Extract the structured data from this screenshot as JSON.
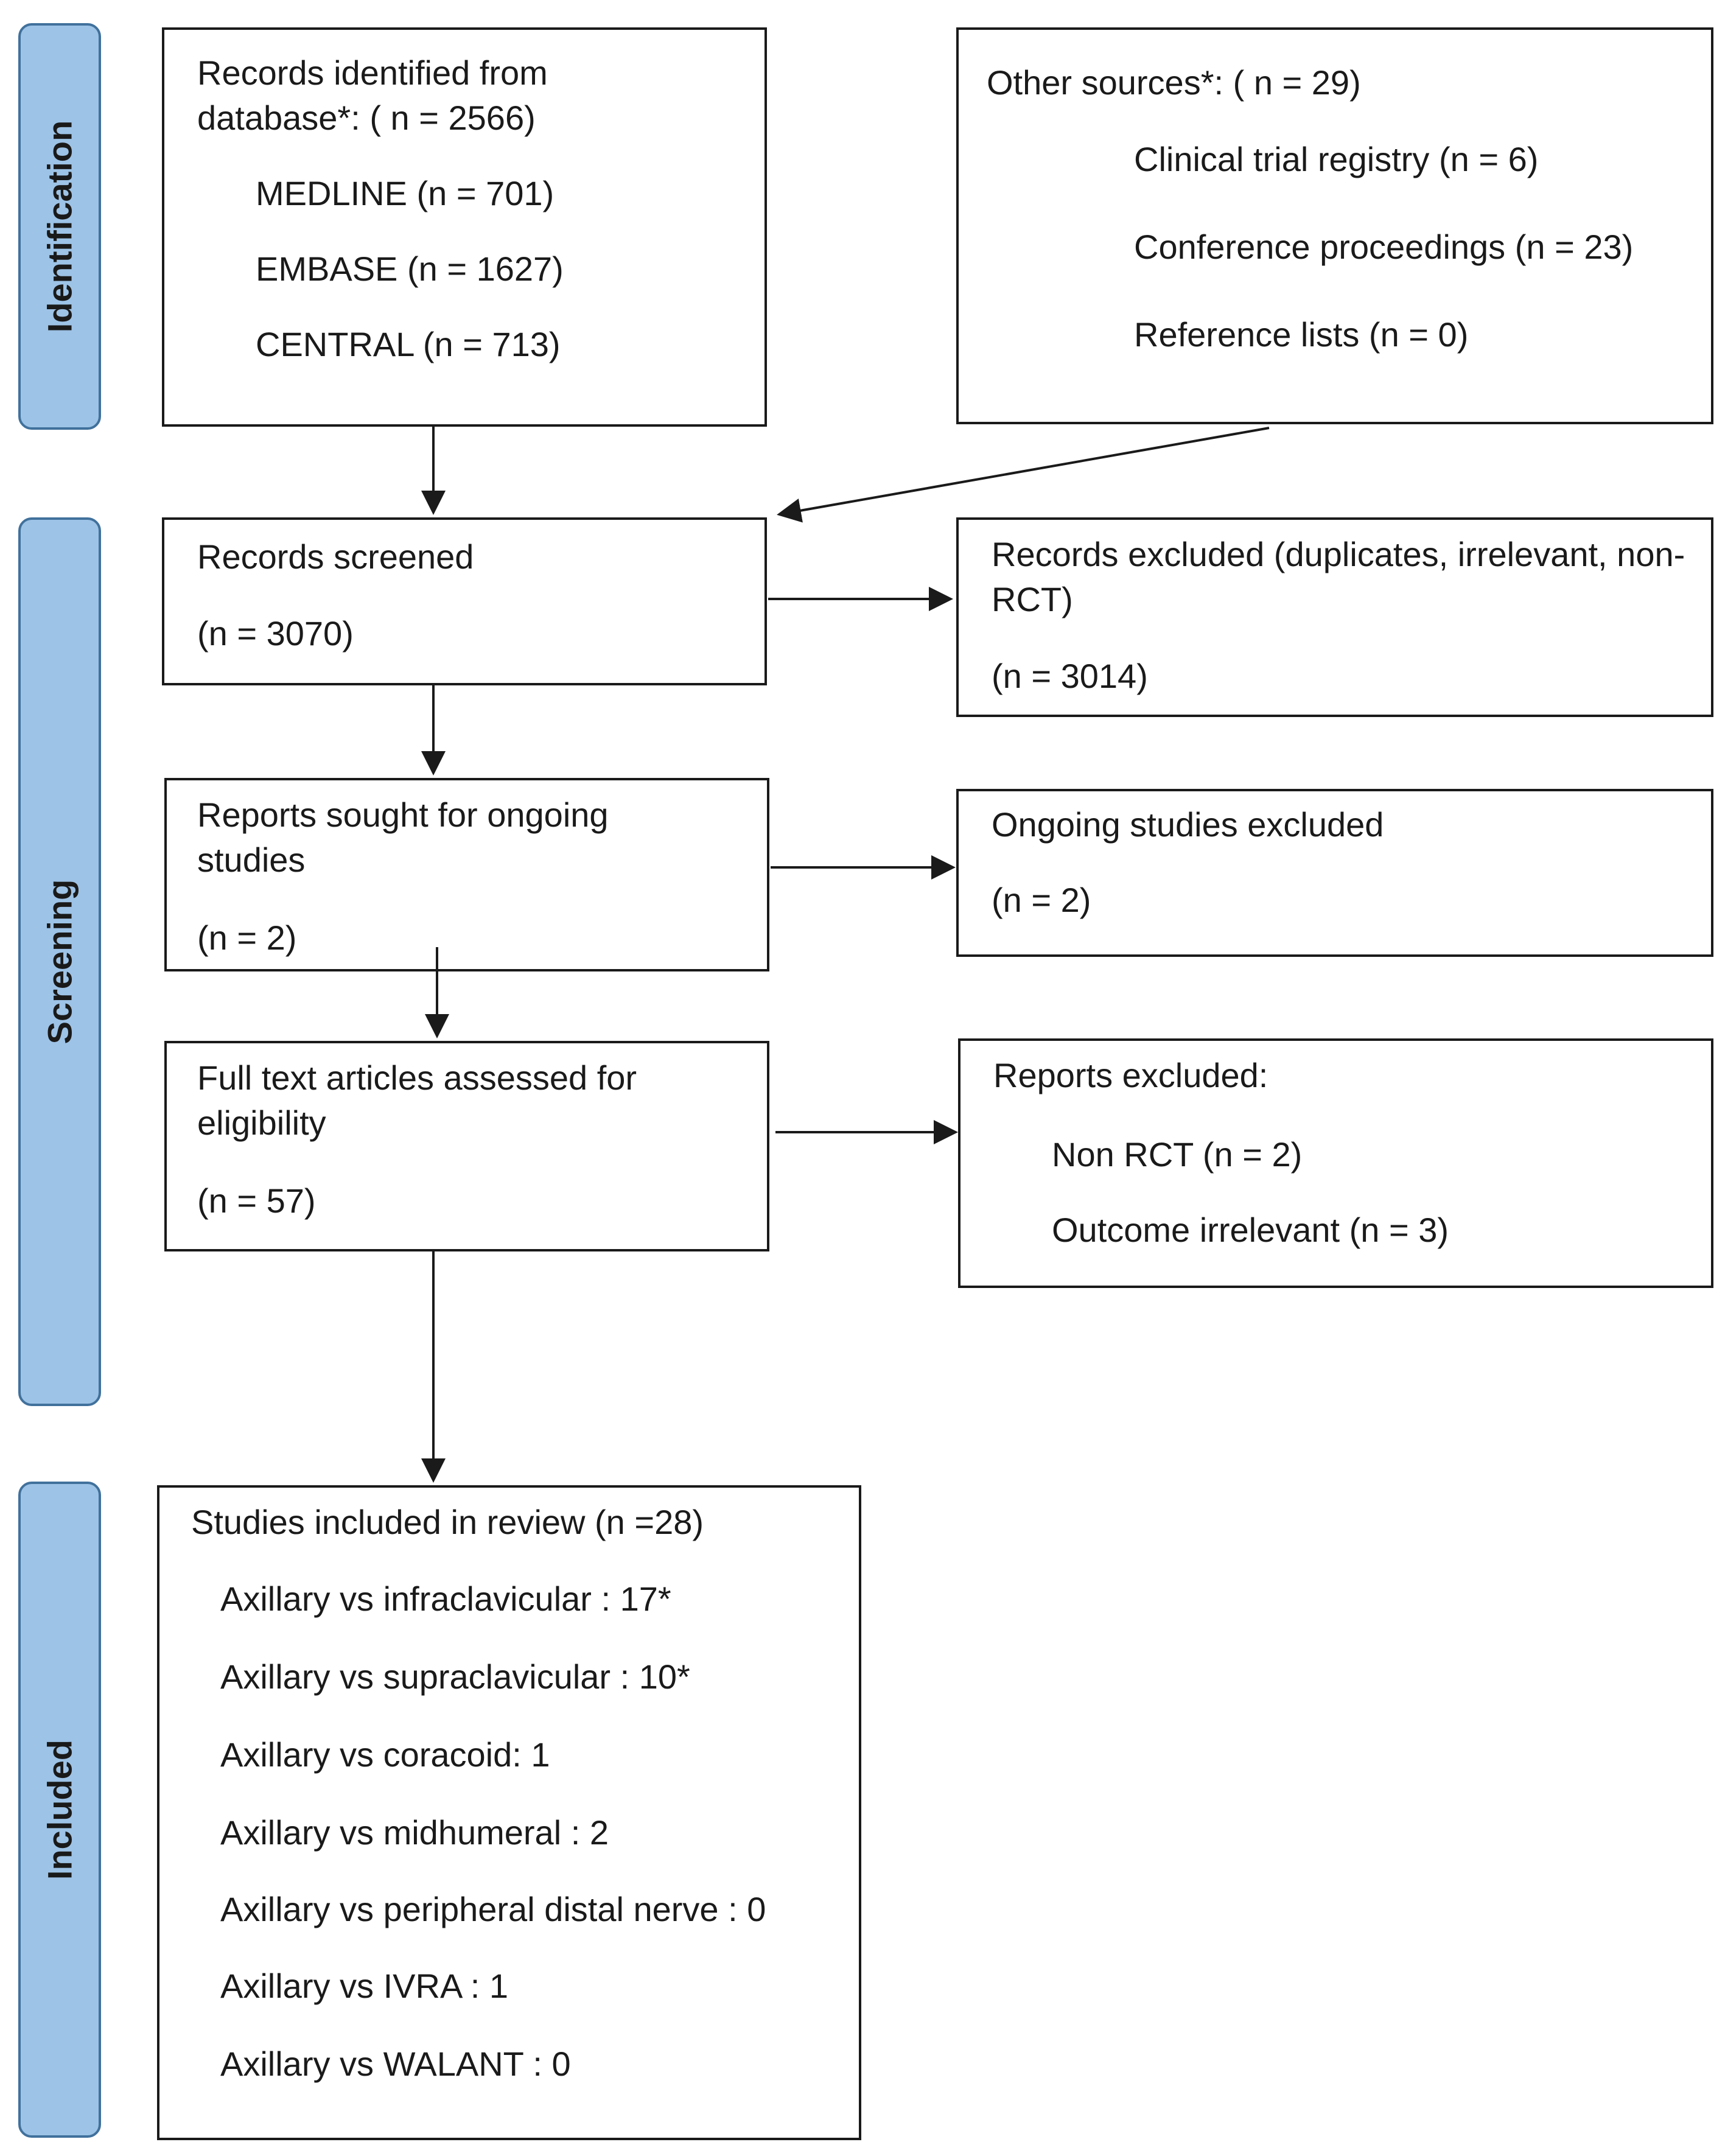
{
  "phases": {
    "identification": "Identification",
    "screening": "Screening",
    "included": "Included"
  },
  "identification": {
    "database": {
      "title": "Records identified from database*: ( n = 2566)",
      "items": [
        "MEDLINE (n = 701)",
        "EMBASE (n = 1627)",
        "CENTRAL (n = 713)"
      ]
    },
    "other": {
      "title": "Other sources*: ( n = 29)",
      "items": [
        "Clinical trial registry (n = 6)",
        "Conference proceedings (n = 23)",
        "Reference lists (n = 0)"
      ]
    }
  },
  "screening": {
    "screened": {
      "title": "Records screened",
      "count": "(n = 3070)"
    },
    "excluded_records": {
      "title": "Records excluded (duplicates, irrelevant, non-RCT)",
      "count": "(n = 3014)"
    },
    "ongoing_sought": {
      "title": "Reports sought for ongoing studies",
      "count": "(n = 2)"
    },
    "ongoing_excluded": {
      "title": "Ongoing studies excluded",
      "count": "(n = 2)"
    },
    "fulltext": {
      "title": "Full text articles assessed for eligibility",
      "count": "(n = 57)"
    },
    "reports_excluded": {
      "title": "Reports excluded:",
      "items": [
        "Non RCT (n = 2)",
        "Outcome irrelevant (n = 3)"
      ]
    }
  },
  "included": {
    "title": "Studies included in review (n =28)",
    "items": [
      "Axillary vs infraclavicular : 17*",
      "Axillary vs supraclavicular : 10*",
      "Axillary vs coracoid: 1",
      "Axillary vs midhumeral : 2",
      "Axillary vs peripheral distal nerve : 0",
      "Axillary vs IVRA : 1",
      "Axillary vs WALANT : 0"
    ]
  },
  "colors": {
    "phase_fill": "#9dc3e6",
    "phase_border": "#41719c",
    "box_border": "#1a1a1a",
    "arrow": "#1a1a1a"
  }
}
